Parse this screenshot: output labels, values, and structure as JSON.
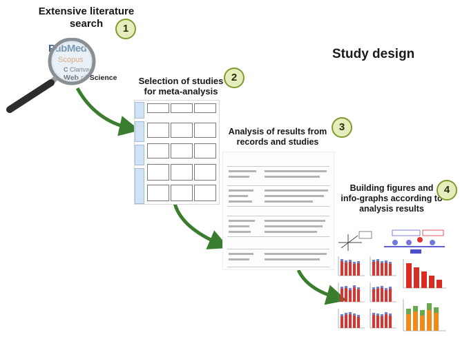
{
  "diagram": {
    "study_design": "Study design",
    "steps": [
      {
        "number": "1",
        "title_lines": [
          "Extensive literature",
          "search"
        ]
      },
      {
        "number": "2",
        "title_lines": [
          "Selection of studies",
          "for meta-analysis"
        ]
      },
      {
        "number": "3",
        "title_lines": [
          "Analysis of results from",
          "records and studies"
        ]
      },
      {
        "number": "4",
        "title_lines": [
          "Building figures and",
          "info-graphs according to",
          "analysis results"
        ]
      }
    ],
    "databases": {
      "pubmed": "PubMed",
      "scopus": "Scopus",
      "clarivate": "Clarivate",
      "wos": "Web of Science"
    },
    "colors": {
      "arrow": "#3a7d2e",
      "badge_fill": "#e4edbb",
      "badge_border": "#7f9b2e",
      "bar_red": "#e0322c",
      "bar_blue": "#6b7fd6",
      "bar_orange": "#f08a1a",
      "bar_green": "#6aa84f"
    }
  }
}
